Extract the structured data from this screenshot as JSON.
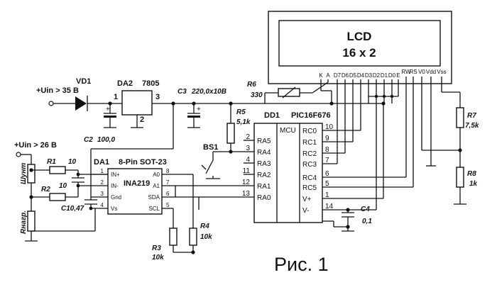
{
  "figure_caption": "Рис. 1",
  "lcd": {
    "title": "LCD",
    "size": "16 x 2",
    "pins": [
      "K",
      "A",
      "D7",
      "D6",
      "D5",
      "D4",
      "D3",
      "D2",
      "D1",
      "D0",
      "E",
      "RW",
      "RS",
      "V0",
      "Vdd",
      "Vss"
    ]
  },
  "inputs": {
    "main": "+Uin > 35 В",
    "sense": "+Uin > 26 В"
  },
  "labels": {
    "shunt": "Шунт",
    "load": "Rнагр."
  },
  "parts": {
    "vd1": "VD1",
    "da2": "DA2",
    "da2_type": "7805",
    "da2_pin1": "1",
    "da2_pin2": "2",
    "da2_pin3": "3",
    "c2": "C2",
    "c2_val": "100,0",
    "c3": "C3",
    "c3_val": "220,0x10В",
    "r6": "R6",
    "r6_val": "330",
    "r5": "R5",
    "r5_val": "5,1k",
    "bs1": "BS1",
    "r1": "R1",
    "r1_val": "10",
    "r2": "R2",
    "c1_val": "10",
    "c10": "C10,47",
    "da1": "DA1",
    "da1_pkg": "8-Pin SOT-23",
    "da1_type": "INA219",
    "r3": "R3",
    "r3_val": "10k",
    "r4": "R4",
    "r4_val": "10k",
    "dd1": "DD1",
    "dd1_type": "PIC16F676",
    "mcu": "MCU",
    "r7": "R7",
    "r7_val": "7,5k",
    "r8": "R8",
    "r8_val": "1k",
    "c4": "C4",
    "c4_val": "0,1"
  },
  "ina_pins": {
    "left": [
      {
        "n": "1",
        "name": "IN+"
      },
      {
        "n": "2",
        "name": "IN-"
      },
      {
        "n": "3",
        "name": "Gnd"
      },
      {
        "n": "4",
        "name": "Vs"
      }
    ],
    "right": [
      {
        "n": "8",
        "name": "A0"
      },
      {
        "n": "7",
        "name": "A1"
      },
      {
        "n": "6",
        "name": "SDA"
      },
      {
        "n": "5",
        "name": "SCL"
      }
    ]
  },
  "mcu_pins": {
    "left": [
      {
        "n": "2",
        "name": "RA5"
      },
      {
        "n": "3",
        "name": "RA4"
      },
      {
        "n": "4",
        "name": "RA3"
      },
      {
        "n": "11",
        "name": "RA2"
      },
      {
        "n": "12",
        "name": "RA1"
      },
      {
        "n": "13",
        "name": "RA0"
      }
    ],
    "right": [
      {
        "n": "10",
        "name": "RC0"
      },
      {
        "n": "9",
        "name": "RC1"
      },
      {
        "n": "8",
        "name": "RC2"
      },
      {
        "n": "7",
        "name": "RC3"
      },
      {
        "n": "6",
        "name": "RC4"
      },
      {
        "n": "5",
        "name": "RC5"
      },
      {
        "n": "1",
        "name": "V+"
      },
      {
        "n": "14",
        "name": "V-"
      }
    ]
  }
}
